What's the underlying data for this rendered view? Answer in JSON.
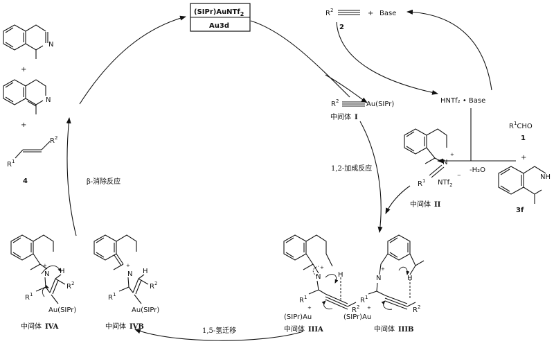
{
  "catalyst": {
    "line1": "(SIPr)AuNTf",
    "line1_sub": "2",
    "line2": "Au3d"
  },
  "alkyne_reagent": {
    "r": "R",
    "r_sup": "2",
    "plus": "+",
    "base": "Base",
    "number": "2"
  },
  "acid_base": "HNTf₂ • Base",
  "aldehyde": {
    "r": "R",
    "r_sup": "1",
    "cho": "CHO",
    "number": "1"
  },
  "amine": {
    "nh": "NH",
    "number": "3f"
  },
  "water_loss": "-H₂O",
  "plus": "+",
  "gold_acetylide": {
    "r": "R",
    "r_sup": "2",
    "au": "Au(SIPr)"
  },
  "iminium_labels": {
    "n": "N",
    "charge_plus": "+",
    "r": "R",
    "r_sup": "1",
    "ntf": "NTf",
    "ntf_sub": "2",
    "charge_minus": "−"
  },
  "int_IIIA": {
    "n": "N",
    "plus": "+",
    "h": "H",
    "r1": "R",
    "r1_sup": "1",
    "r2": "R",
    "r2_sup": "2",
    "au": "(SIPr)Au",
    "au_plus": "+"
  },
  "int_IIIB": {
    "n": "N",
    "plus": "+",
    "h": "H",
    "r1": "R",
    "r1_sup": "1",
    "r2": "R",
    "r2_sup": "2",
    "au": "(SIPr)Au",
    "au_plus": "+"
  },
  "int_IVA": {
    "n": "N",
    "plus": "+",
    "h": "H",
    "r1": "R",
    "r1_sup": "1",
    "r2": "R",
    "r2_sup": "2",
    "au": "Au(SIPr)"
  },
  "int_IVB": {
    "n": "N",
    "plus": "+",
    "h": "H",
    "r1": "R",
    "r1_sup": "1",
    "r2": "R",
    "r2_sup": "2",
    "au": "Au(SIPr)"
  },
  "products": {
    "n1": "N",
    "n2": "N",
    "plus1": "+",
    "plus2": "+",
    "r1": "R",
    "r1_sup": "1",
    "r2": "R",
    "r2_sup": "2",
    "number": "4"
  },
  "intermediates": {
    "prefix": "中间体",
    "I": "I",
    "II": "II",
    "IIIA": "IIIA",
    "IIIB": "IIIB",
    "IVA": "IVA",
    "IVB": "IVB"
  },
  "steps": {
    "addition": "1,2-加成反应",
    "hydride_shift": "1,5-氢迁移",
    "elimination": "β-消除反应"
  }
}
